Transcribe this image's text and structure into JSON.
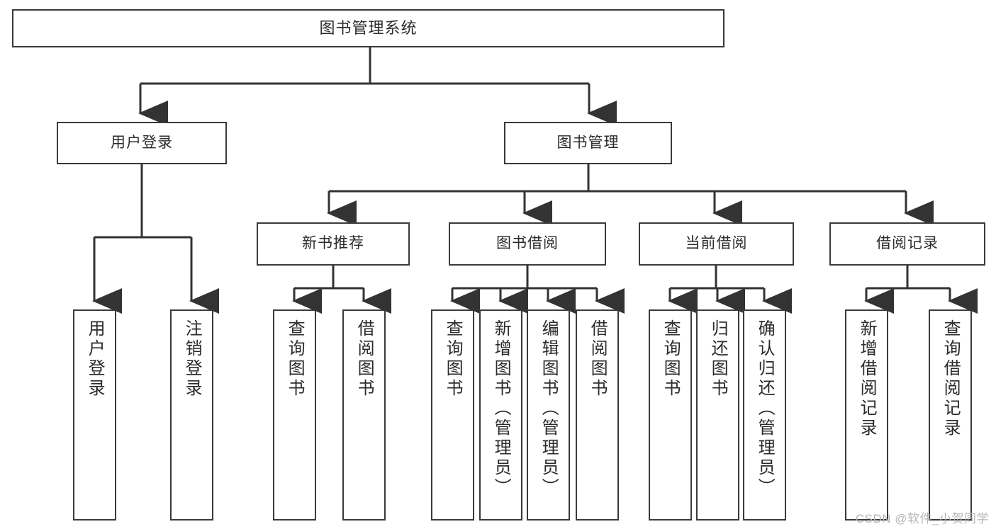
{
  "diagram": {
    "title": "图书管理系统",
    "type": "tree-hierarchy-chart",
    "root": {
      "label": "图书管理系统"
    },
    "level2": [
      {
        "label": "用户登录"
      },
      {
        "label": "图书管理"
      }
    ],
    "level3": [
      {
        "label": "新书推荐"
      },
      {
        "label": "图书借阅"
      },
      {
        "label": "当前借阅"
      },
      {
        "label": "借阅记录"
      }
    ],
    "leaves": [
      {
        "label": "用户登录",
        "parent": "用户登录"
      },
      {
        "label": "注销登录",
        "parent": "用户登录"
      },
      {
        "label": "查询图书",
        "parent": "新书推荐"
      },
      {
        "label": "借阅图书",
        "parent": "新书推荐"
      },
      {
        "label": "查询图书",
        "parent": "图书借阅"
      },
      {
        "label": "新增图书（管理员）",
        "parent": "图书借阅"
      },
      {
        "label": "编辑图书（管理员）",
        "parent": "图书借阅"
      },
      {
        "label": "借阅图书",
        "parent": "图书借阅"
      },
      {
        "label": "查询图书",
        "parent": "当前借阅"
      },
      {
        "label": "归还图书",
        "parent": "当前借阅"
      },
      {
        "label": "确认归还（管理员）",
        "parent": "当前借阅"
      },
      {
        "label": "新增借阅记录",
        "parent": "借阅记录"
      },
      {
        "label": "查询借阅记录",
        "parent": "借阅记录"
      }
    ]
  },
  "watermark": {
    "text": "CSDN @软件_小贺同学"
  },
  "colors": {
    "background": "#ffffff",
    "box_border": "#3a3a3a",
    "box_fill": "#ffffff",
    "connector": "#333333",
    "text": "#2b2b2b",
    "watermark": "#b6b6b6"
  }
}
